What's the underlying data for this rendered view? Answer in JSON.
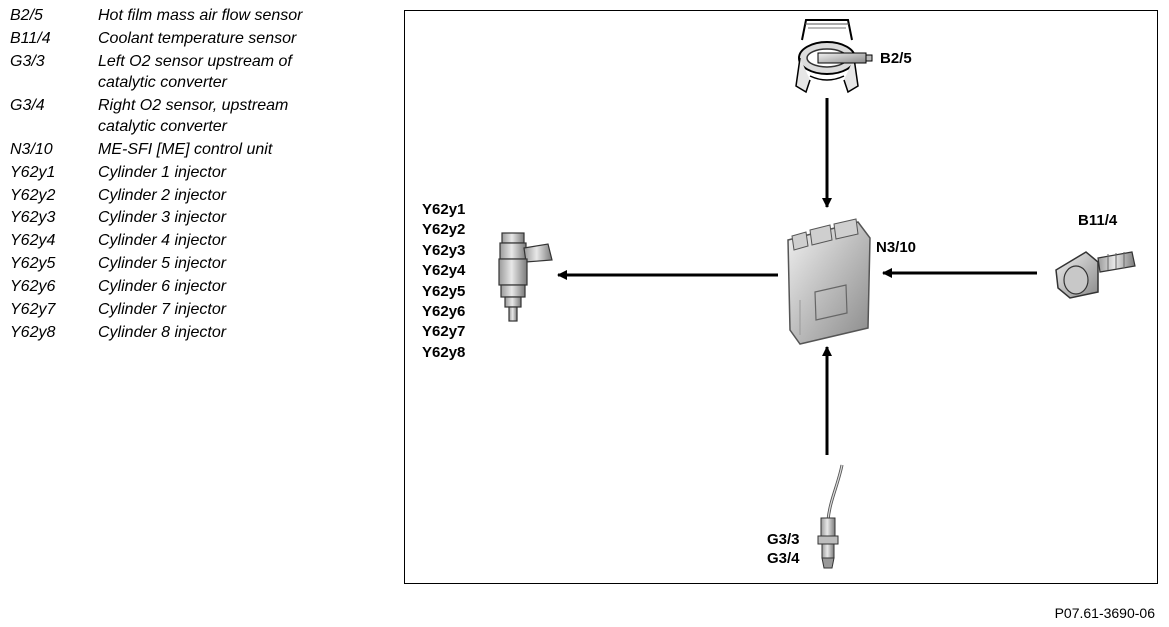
{
  "legend": [
    {
      "code": "B2/5",
      "description": "Hot film mass air flow sensor"
    },
    {
      "code": "B11/4",
      "description": "Coolant temperature sensor"
    },
    {
      "code": "G3/3",
      "description": "Left O2 sensor upstream of catalytic converter"
    },
    {
      "code": "G3/4",
      "description": "Right O2 sensor, upstream catalytic converter"
    },
    {
      "code": "N3/10",
      "description": "ME-SFI [ME] control unit"
    },
    {
      "code": "Y62y1",
      "description": "Cylinder 1 injector"
    },
    {
      "code": "Y62y2",
      "description": "Cylinder 2 injector"
    },
    {
      "code": "Y62y3",
      "description": "Cylinder 3 injector"
    },
    {
      "code": "Y62y4",
      "description": "Cylinder 4 injector"
    },
    {
      "code": "Y62y5",
      "description": "Cylinder 5 injector"
    },
    {
      "code": "Y62y6",
      "description": "Cylinder 6 injector"
    },
    {
      "code": "Y62y7",
      "description": "Cylinder 7 injector"
    },
    {
      "code": "Y62y8",
      "description": "Cylinder 8 injector"
    }
  ],
  "diagram": {
    "maf_label": "B2/5",
    "coolant_label": "B11/4",
    "ecu_label": "N3/10",
    "o2_labels": [
      "G3/3",
      "G3/4"
    ],
    "injector_labels": [
      "Y62y1",
      "Y62y2",
      "Y62y3",
      "Y62y4",
      "Y62y5",
      "Y62y6",
      "Y62y7",
      "Y62y8"
    ]
  },
  "figure_id": "P07.61-3690-06"
}
